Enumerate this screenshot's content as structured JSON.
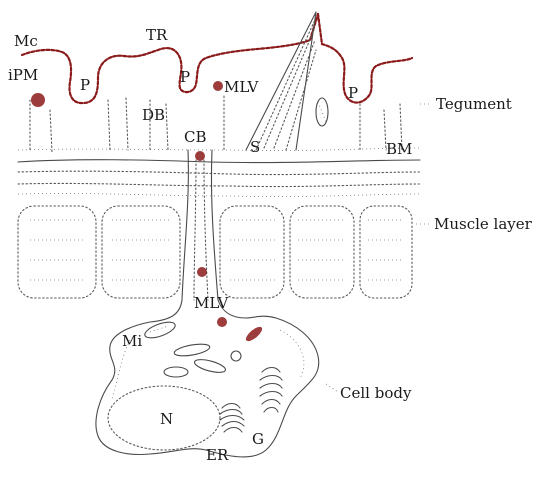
{
  "labels": {
    "mc": "Mc",
    "tr": "TR",
    "ipm": "iPM",
    "p1": "P",
    "p2": "P",
    "p3": "P",
    "mlv_top": "MLV",
    "db": "DB",
    "cb": "CB",
    "s": "S",
    "bm": "BM",
    "mlv_mid": "MLV",
    "mi": "Mi",
    "n": "N",
    "er": "ER",
    "g": "G"
  },
  "side_labels": {
    "tegument": "Tegument",
    "muscle_layer": "Muscle layer",
    "cell_body": "Cell body"
  },
  "colors": {
    "membrane": "#8b1a1a",
    "outline": "#4a4a4a"
  }
}
